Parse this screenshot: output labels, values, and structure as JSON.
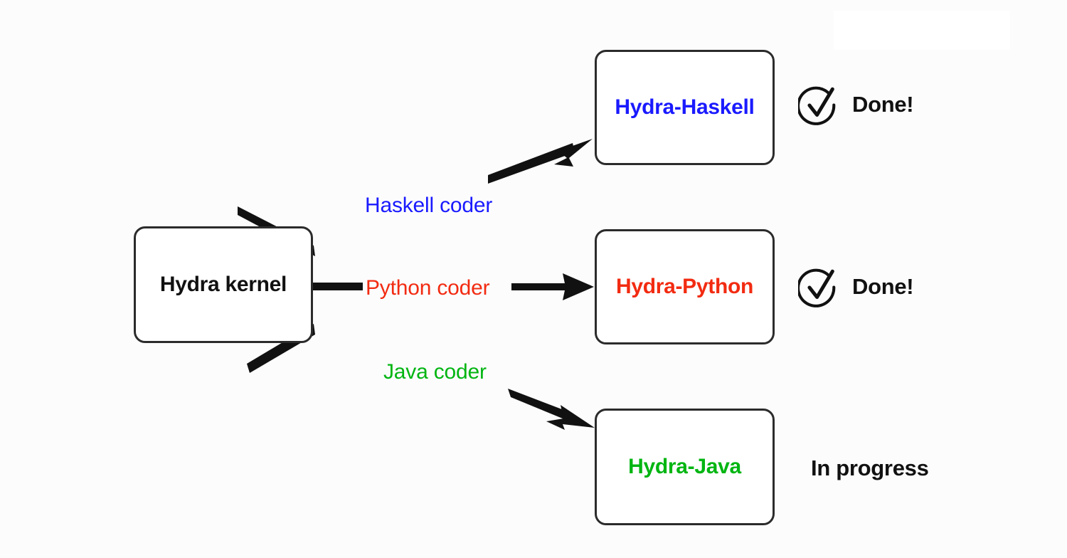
{
  "diagram": {
    "background_color": "#fcfcfd",
    "border_color": "#2b2b2b",
    "colors": {
      "haskell": "#1a1aff",
      "python": "#f22b11",
      "java": "#00b511",
      "black": "#111111"
    },
    "source_node": {
      "label": "Hydra kernel"
    },
    "branches": [
      {
        "edge_label": "Haskell coder",
        "target_label": "Hydra-Haskell",
        "color": "#1a1aff",
        "status_text": "Done!",
        "status_icon": "check-circle-icon",
        "has_icon": true
      },
      {
        "edge_label": "Python coder",
        "target_label": "Hydra-Python",
        "color": "#f22b11",
        "status_text": "Done!",
        "status_icon": "check-circle-icon",
        "has_icon": true
      },
      {
        "edge_label": "Java coder",
        "target_label": "Hydra-Java",
        "color": "#00b511",
        "status_text": "In progress",
        "status_icon": "",
        "has_icon": false
      }
    ]
  }
}
